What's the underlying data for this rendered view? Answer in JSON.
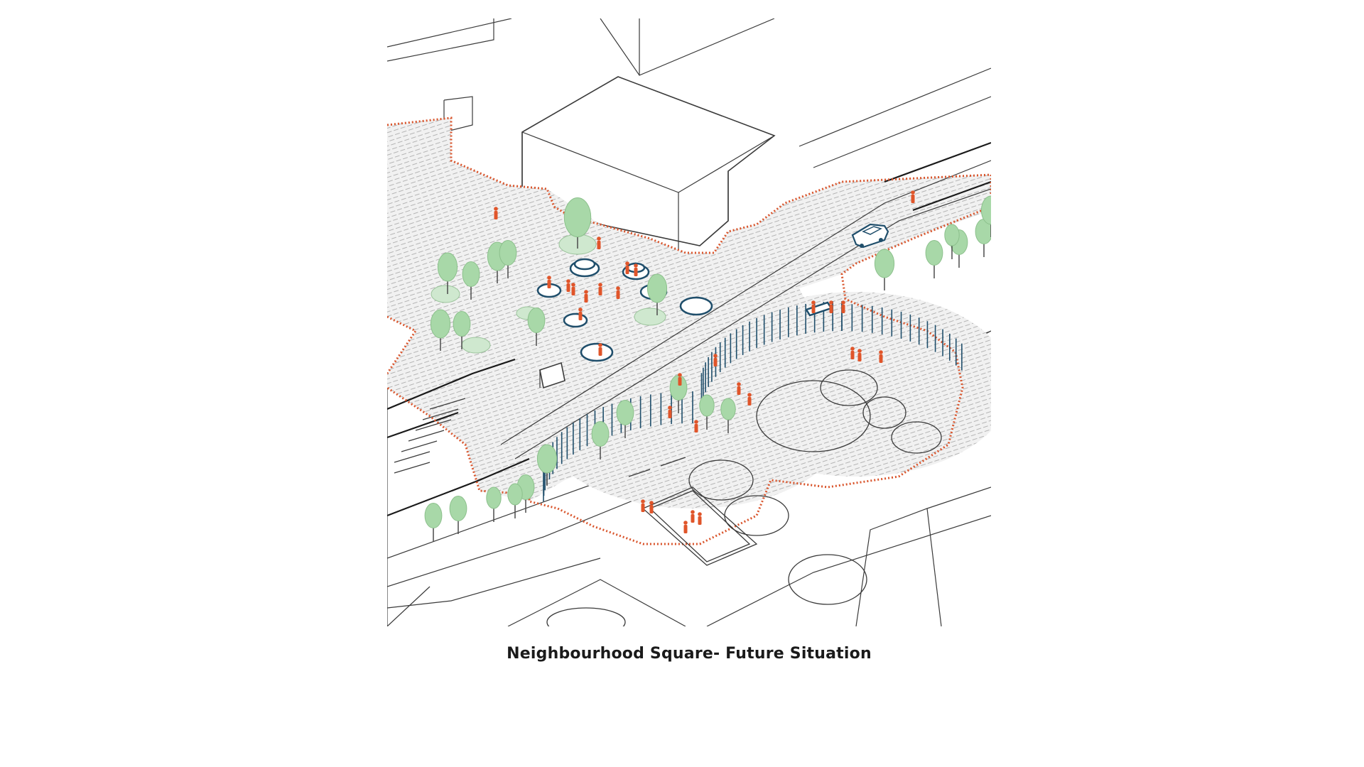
{
  "caption": "Neighbourhood Square- Future Situation",
  "colors": {
    "boundary": "#d9552c",
    "tree": "#a8d8a8",
    "people": "#e0552a",
    "furniture": "#1f4e6b",
    "linework": "#3a3a3a"
  },
  "legend_elements": [
    "boundary-dotted-line",
    "trees",
    "people",
    "seating-circles",
    "fence-posts",
    "car",
    "courts"
  ]
}
